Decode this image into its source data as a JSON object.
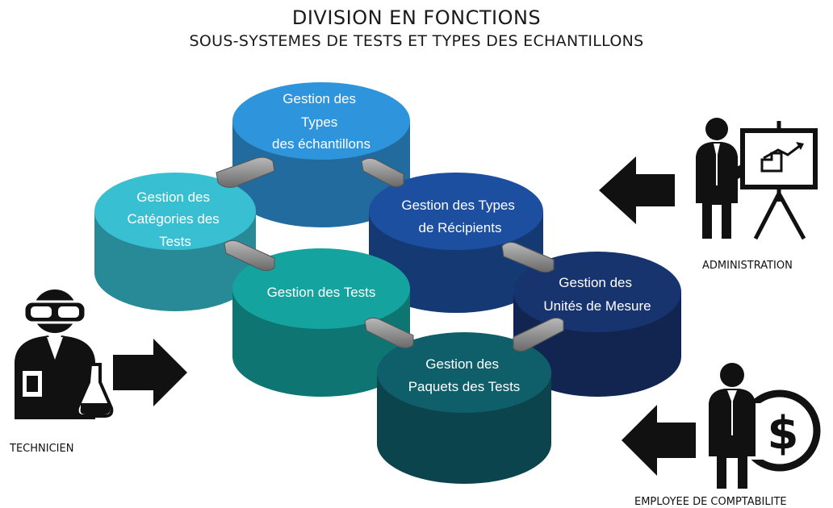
{
  "title": "DIVISION EN FONCTIONS",
  "subtitle": "SOUS-SYSTEMES DE TESTS ET TYPES DES ECHANTILLONS",
  "modules": [
    {
      "id": "types-echantillons",
      "lines": [
        "Gestion des",
        "Types",
        "des échantillons"
      ],
      "color": "#2e95dd"
    },
    {
      "id": "categories-tests",
      "lines": [
        "Gestion des",
        "Catégories des",
        "Tests"
      ],
      "color": "#39bfd2"
    },
    {
      "id": "types-recipients",
      "lines": [
        "Gestion des Types",
        "de Récipients"
      ],
      "color": "#1d4fa0"
    },
    {
      "id": "tests",
      "lines": [
        "Gestion des Tests"
      ],
      "color": "#14a39e"
    },
    {
      "id": "unites-mesure",
      "lines": [
        "Gestion des",
        "Unités de Mesure"
      ],
      "color": "#17346f"
    },
    {
      "id": "paquets-tests",
      "lines": [
        "Gestion des",
        "Paquets des Tests"
      ],
      "color": "#0f5f6a"
    }
  ],
  "actors": {
    "technicien": {
      "label": "TECHNICIEN",
      "icon": "lab-technician-icon"
    },
    "administration": {
      "label": "ADMINISTRATION",
      "icon": "presenter-chart-icon"
    },
    "comptabilite": {
      "label": "EMPLOYEE DE COMPTABILITE",
      "icon": "accountant-dollar-icon"
    }
  }
}
